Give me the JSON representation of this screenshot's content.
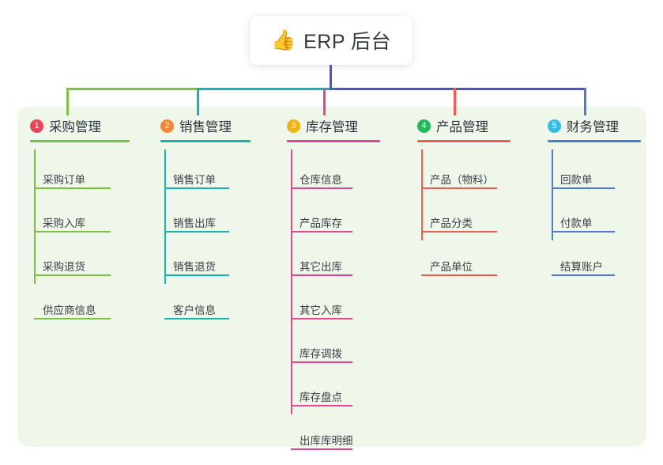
{
  "title": {
    "icon": "thumbs-up-icon",
    "emoji": "👍",
    "text": "ERP 后台"
  },
  "palette": {
    "panel_bg": "#eef7ea",
    "card_bg": "#ffffff",
    "title_text": "#333a42",
    "root_connector": "#4f52c9"
  },
  "columns": [
    {
      "number": "1",
      "label": "采购管理",
      "badge_color": "#ef4458",
      "line_color": "#7cc142",
      "items": [
        "采购订单",
        "采购入库",
        "采购退货",
        "供应商信息"
      ]
    },
    {
      "number": "2",
      "label": "销售管理",
      "badge_color": "#f58634",
      "line_color": "#12b6ae",
      "items": [
        "销售订单",
        "销售出库",
        "销售退货",
        "客户信息"
      ]
    },
    {
      "number": "3",
      "label": "库存管理",
      "badge_color": "#f6b310",
      "line_color": "#e8448f",
      "items": [
        "仓库信息",
        "产品库存",
        "其它出库",
        "其它入库",
        "库存调拨",
        "库存盘点",
        "出库库明细"
      ]
    },
    {
      "number": "4",
      "label": "产品管理",
      "badge_color": "#21b95b",
      "line_color": "#f25c54",
      "items": [
        "产品（物料）",
        "产品分类",
        "产品单位"
      ]
    },
    {
      "number": "5",
      "label": "财务管理",
      "badge_color": "#35bced",
      "line_color": "#5478d6",
      "items": [
        "回款单",
        "付款单",
        "结算账户"
      ]
    }
  ]
}
